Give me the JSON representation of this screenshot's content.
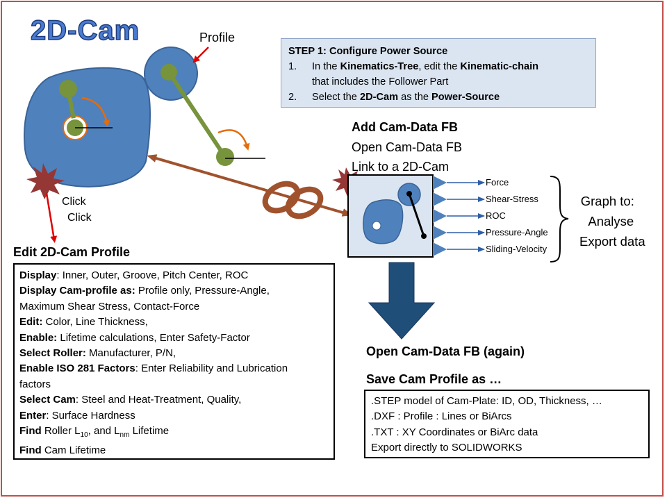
{
  "title": "2D-Cam",
  "labels": {
    "profile": "Profile",
    "click1": "Click",
    "click2": "Click"
  },
  "step1": {
    "heading": "STEP 1:  Configure Power Source",
    "items": [
      {
        "num": "1.",
        "t1": "In the ",
        "b1": "Kinematics-Tree",
        "t2": ", edit the ",
        "b2": "Kinematic-chain",
        "t3": "that includes the Follower Part"
      },
      {
        "num": "2.",
        "t1": "Select the ",
        "b1": "2D-Cam",
        "t2": " as the ",
        "b2": "Power-Source"
      }
    ]
  },
  "camdata": {
    "add": "Add Cam-Data FB",
    "open": "Open Cam-Data FB",
    "link": "Link to a 2D-Cam"
  },
  "outputs": [
    "Force",
    "Shear-Stress",
    "ROC",
    "Pressure-Angle",
    "Sliding-Velocity"
  ],
  "graph": {
    "line1": "Graph to:",
    "line2": "Analyse",
    "line3": "Export data"
  },
  "edit": {
    "heading": "Edit 2D-Cam Profile",
    "lines": [
      {
        "b": "Display",
        "t": ": Inner, Outer, Groove, Pitch Center, ROC"
      },
      {
        "b": "Display Cam-profile as:",
        "t": " Profile only, Pressure-Angle,"
      },
      {
        "b": "",
        "t": "Maximum Shear Stress, Contact-Force"
      },
      {
        "b": "Edit:",
        "t": " Color, Line Thickness,"
      },
      {
        "b": "Enable:",
        "t": " Lifetime calculations, Enter Safety-Factor"
      },
      {
        "b": "Select Roller:",
        "t": " Manufacturer, P/N,"
      },
      {
        "b": "Enable ISO 281 Factors",
        "t": ": Enter Reliability  and Lubrication"
      },
      {
        "b": "",
        "t": "factors"
      },
      {
        "b": "Select Cam",
        "t": ": Steel and Heat-Treatment, Quality,"
      },
      {
        "b": "Enter",
        "t": ": Surface Hardness"
      }
    ],
    "find1": {
      "b": "Find",
      "t1": " Roller L",
      "s1": "10",
      "t2": ", and L",
      "s2": "nm",
      "t3": " Lifetime"
    },
    "find2": {
      "b": "Find",
      "t": " Cam Lifetime"
    }
  },
  "save": {
    "again": "Open Cam-Data FB (again)",
    "heading": "Save Cam Profile as …",
    "items": [
      ".STEP model of Cam-Plate: ID, OD, Thickness, …",
      ".DXF : Profile : Lines or BiArcs",
      ".TXT : XY Coordinates or BiArc data",
      "Export directly to SOLIDWORKS"
    ]
  },
  "colors": {
    "frame": "#c0504d",
    "cam_blue": "#4f81bd",
    "follower_green": "#77933c",
    "arc_orange": "#e46c0a",
    "link_brown": "#a0522d",
    "star_red": "#953735",
    "click_arrow_red": "#e00000",
    "step_bg": "#dbe5f1"
  }
}
